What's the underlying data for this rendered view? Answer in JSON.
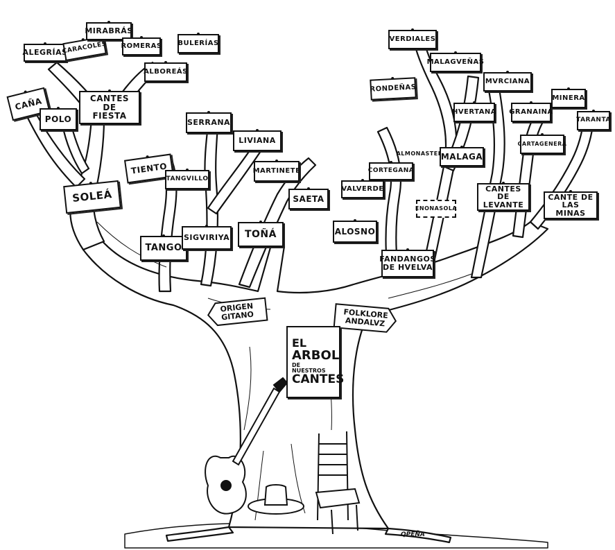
{
  "title_board": {
    "line1": "EL",
    "line2": "ARBOL",
    "line3": "DE NUESTROS",
    "line4": "CANTES"
  },
  "labels": {
    "alegrias": "ALEGRÍAS",
    "caracoles": "CARACOLES",
    "mirabras": "MIRABRÁS",
    "romeras": "ROMERAS",
    "bulerias": "BULERÍAS",
    "alboreas": "ALBOREÁS",
    "cana": "CAÑA",
    "polo": "POLO",
    "cantes_fiesta": "CANTES\nDE\nFIESTA",
    "serrana": "SERRANA",
    "liviana": "LIVIANA",
    "tiento": "TIENTO",
    "tangvillo": "TANGVILLO",
    "martinete": "MARTINETE",
    "saeta": "SAETA",
    "solea": "SOLEÁ",
    "tango": "TANGO",
    "sigviriya": "SIGVIRIYA",
    "tona": "TOÑÁ",
    "verdiales": "VERDIALES",
    "malaguenas": "MALAGVEÑAS",
    "murciana": "MVRCIANA",
    "rondenas": "RONDEÑAS",
    "huertana": "HVERTANA",
    "granaina": "GRANAINA",
    "minera": "MINERA",
    "taranta": "TARANTA",
    "almonaster": "ALMONASTER",
    "malaga": "MALAGA",
    "cartagenera": "CARTAGENERA",
    "cortegana": "CORTEGANA",
    "valverde": "VALVERDE",
    "enonasola": "ENONASOLA",
    "cantes_levante": "CANTES DE\nLEVANTE",
    "cante_minas": "CANTE DE\nLAS MINAS",
    "alosno": "ALOSNO",
    "fandangos_huelva": "FANDANGOS\nDE HVELVA"
  },
  "arrows": {
    "origen_gitano": "ORIGEN\nGITANO",
    "folklore_andaluz": "FOLKLORE\nANDALVZ"
  },
  "signature": "QPEÑA",
  "colors": {
    "ink": "#111111",
    "paper": "#ffffff"
  }
}
